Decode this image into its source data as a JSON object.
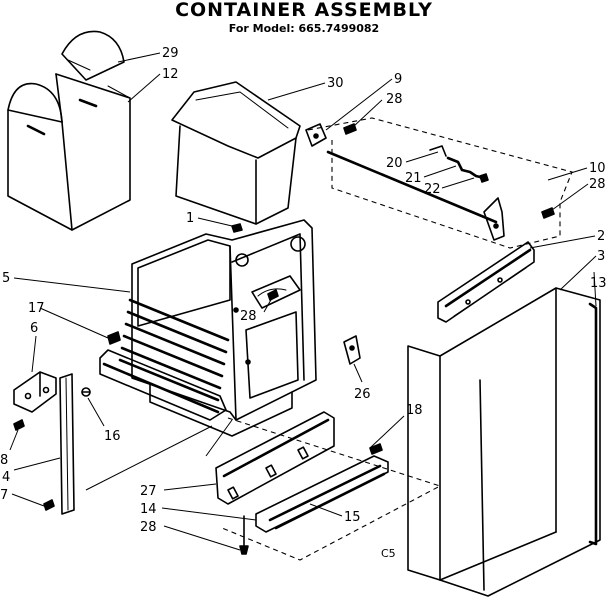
{
  "title": "CONTAINER ASSEMBLY",
  "subtitle": "For Model: 665.7499082",
  "callouts": {
    "c29": "29",
    "c12": "12",
    "c30": "30",
    "c9": "9",
    "c28a": "28",
    "c20": "20",
    "c21": "21",
    "c22": "22",
    "c10": "10",
    "c28b": "28",
    "c1": "1",
    "c2": "2",
    "c3": "3",
    "c13": "13",
    "c5": "5",
    "c17": "17",
    "c6": "6",
    "c28c": "28",
    "c26": "26",
    "c16": "16",
    "c8": "8",
    "c4": "4",
    "c7": "7",
    "c18": "18",
    "c27": "27",
    "c14": "14",
    "c15": "15",
    "c28d": "28"
  },
  "drawing_code": "C5"
}
